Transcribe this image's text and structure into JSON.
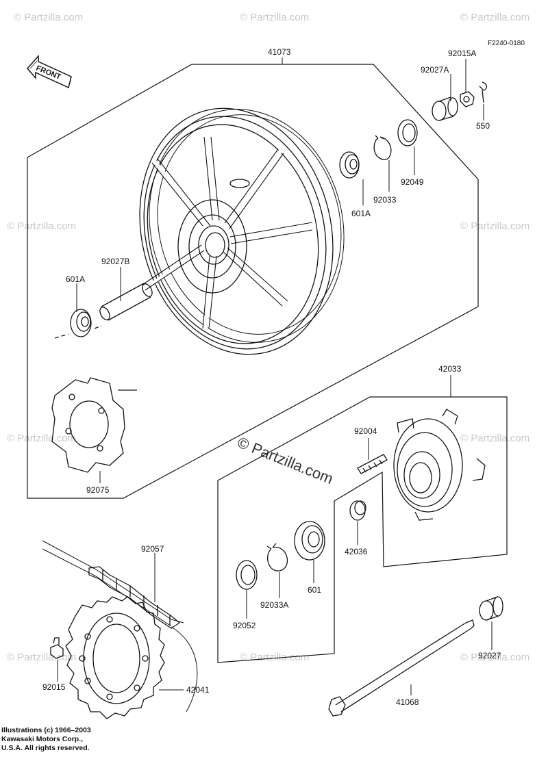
{
  "diagram_code": "F2240-0180",
  "front_label": "FRONT",
  "watermark": "© Partzilla.com",
  "labels": {
    "rim": "41073",
    "sleeve_a": "92027A",
    "nut_a": "92015A",
    "cotter_pin": "550",
    "bearing_a_top": "601A",
    "circlip": "92033",
    "oil_seal_top": "92049",
    "bearing_a_left": "601A",
    "sleeve_b": "92027B",
    "damper": "92075",
    "coupling": "42033",
    "stud": "92004",
    "collar": "42036",
    "bearing": "601",
    "circlip_a": "92033A",
    "oil_seal": "92052",
    "chain": "92057",
    "nut": "92015",
    "sprocket": "42041",
    "axle": "41068",
    "sleeve": "92027"
  },
  "copyright": {
    "line1": "Illustrations (c) 1966–2003",
    "line2": "Kawasaki Motors Corp.,",
    "line3": "U.S.A.  All rights reserved."
  }
}
